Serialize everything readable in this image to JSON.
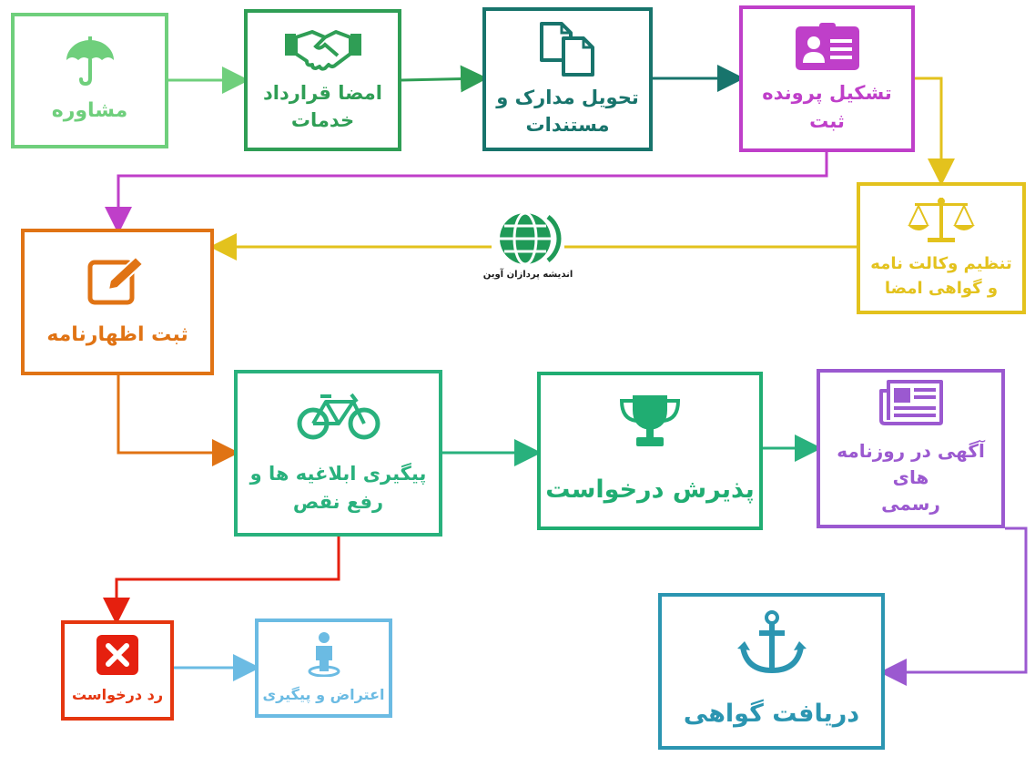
{
  "nodes": {
    "consult": {
      "label": "مشاوره",
      "icon": "umbrella-icon",
      "color": "#6fcf7c"
    },
    "contract": {
      "label": "امضا قرارداد\nخدمات",
      "icon": "handshake-icon",
      "color": "#2f9e55"
    },
    "documents": {
      "label": "تحویل مدارک و\nمستندات",
      "icon": "documents-copy-icon",
      "color": "#18746c"
    },
    "file": {
      "label": "تشکیل پرونده\nثبت",
      "icon": "id-card-icon",
      "color": "#bf3fc9"
    },
    "poa": {
      "label": "تنظیم وکالت نامه\nو گواهی امضا",
      "icon": "scales-icon",
      "color": "#e3c21d"
    },
    "declaration": {
      "label": "ثبت اظهارنامه",
      "icon": "edit-pencil-icon",
      "color": "#e07314"
    },
    "followup": {
      "label": "پیگیری ابلاغیه ها و\nرفع نقص",
      "icon": "bicycle-icon",
      "color": "#29b17d"
    },
    "accept": {
      "label": "پذیرش درخواست",
      "icon": "trophy-icon",
      "color": "#20ad72"
    },
    "gazette": {
      "label": "آگهی در روزنامه های\nرسمی",
      "icon": "newspaper-icon",
      "color": "#9b59d0"
    },
    "certificate": {
      "label": "دریافت گواهی",
      "icon": "anchor-icon",
      "color": "#2b95b1"
    },
    "reject": {
      "label": "رد درخواست",
      "icon": "close-x-icon",
      "color": "#e5360f"
    },
    "objection": {
      "label": "اعتراض و پیگیری",
      "icon": "person-location-icon",
      "color": "#6bbbe3"
    }
  },
  "logo": {
    "caption": "اندیشه پردازان آوین",
    "icon": "globe-logo-icon",
    "color": "#1f9a57"
  }
}
